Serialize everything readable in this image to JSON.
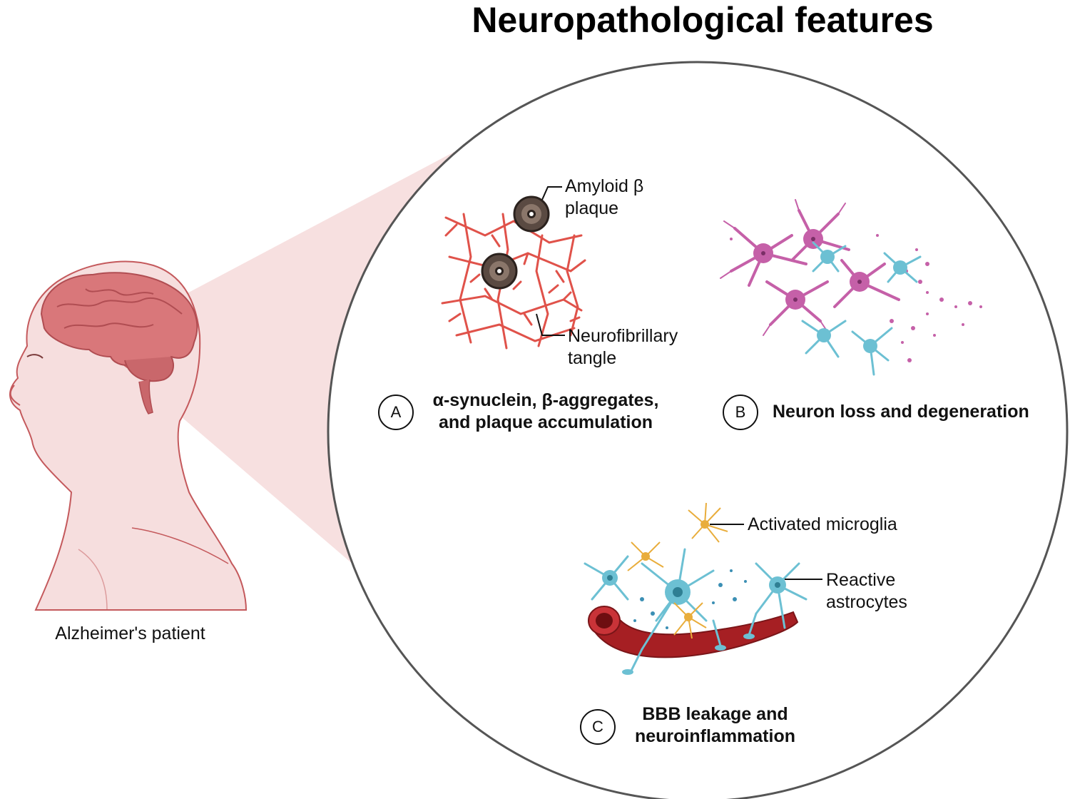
{
  "title": "Neuropathological features",
  "patient": {
    "label": "Alzheimer's patient"
  },
  "panels": [
    {
      "letter": "A",
      "caption_lines": [
        "α-synuclein, β-aggregates,",
        "and plaque accumulation"
      ],
      "callouts": [
        [
          "Amyloid β",
          "plaque"
        ],
        [
          "Neurofibrillary",
          "tangle"
        ]
      ]
    },
    {
      "letter": "B",
      "caption_lines": [
        "Neuron loss and degeneration"
      ]
    },
    {
      "letter": "C",
      "caption_lines": [
        "BBB leakage and",
        "neuroinflammation"
      ],
      "callouts": [
        [
          "Activated microglia"
        ],
        [
          "Reactive",
          "astrocytes"
        ]
      ]
    }
  ],
  "colors": {
    "brain": "#d9777a",
    "skin": "#f6dede",
    "tangle": "#e0524a",
    "neuron": "#c560a8",
    "astrocyte": "#6cc0d3",
    "microglia": "#e9ad3b",
    "vessel": "#a61f23"
  }
}
